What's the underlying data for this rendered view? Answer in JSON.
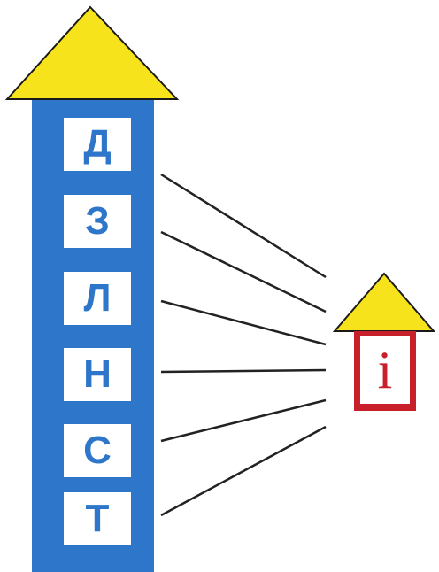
{
  "tower": {
    "letters": [
      "Д",
      "З",
      "Л",
      "Н",
      "С",
      "Т"
    ]
  },
  "small_house": {
    "letter": "і"
  },
  "colors": {
    "roof": "#f7e31c",
    "tower_blue": "#2e76c9",
    "house_red": "#c8202a",
    "line": "#222222"
  }
}
